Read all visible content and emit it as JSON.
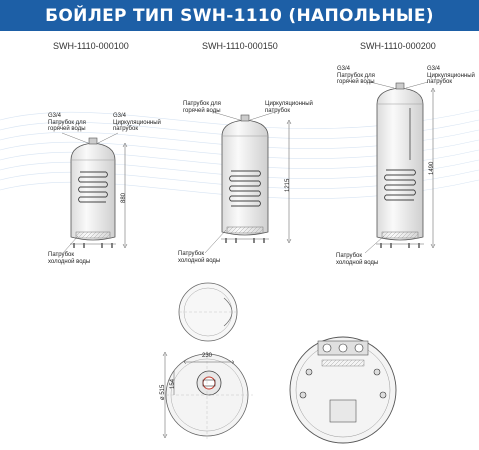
{
  "title": "БОЙЛЕР ТИП SWH-1110 (НАПОЛЬНЫЕ)",
  "models": [
    {
      "name": "SWH-1110-000100",
      "height": "880",
      "labels": {
        "hot": "G3/4\nПатрубок для\nгорячей воды",
        "circ": "G3/4\nЦиркуляционный\nпатрубок",
        "cold": "Патрубок\nхолодной воды"
      }
    },
    {
      "name": "SWH-1110-000150",
      "height": "1215",
      "labels": {
        "hot": "Патрубок для\nгорячей воды",
        "circ": "Циркуляционный\nпатрубок",
        "cold": "Патрубок\nхолодной воды"
      }
    },
    {
      "name": "SWH-1110-000200",
      "height": "1490",
      "labels": {
        "hot": "G3/4\nПатрубок для\nгорячей воды",
        "circ": "G3/4\nЦиркуляционный\nпатрубок",
        "cold": "Патрубок\nхолодной воды"
      }
    }
  ],
  "dimensions": {
    "width": "230",
    "offset": "154",
    "diameter": "ø 515"
  },
  "colors": {
    "banner": "#1d5fa6",
    "tank": "#f2f2f2",
    "line": "#555555",
    "accent": "#c0392b"
  }
}
